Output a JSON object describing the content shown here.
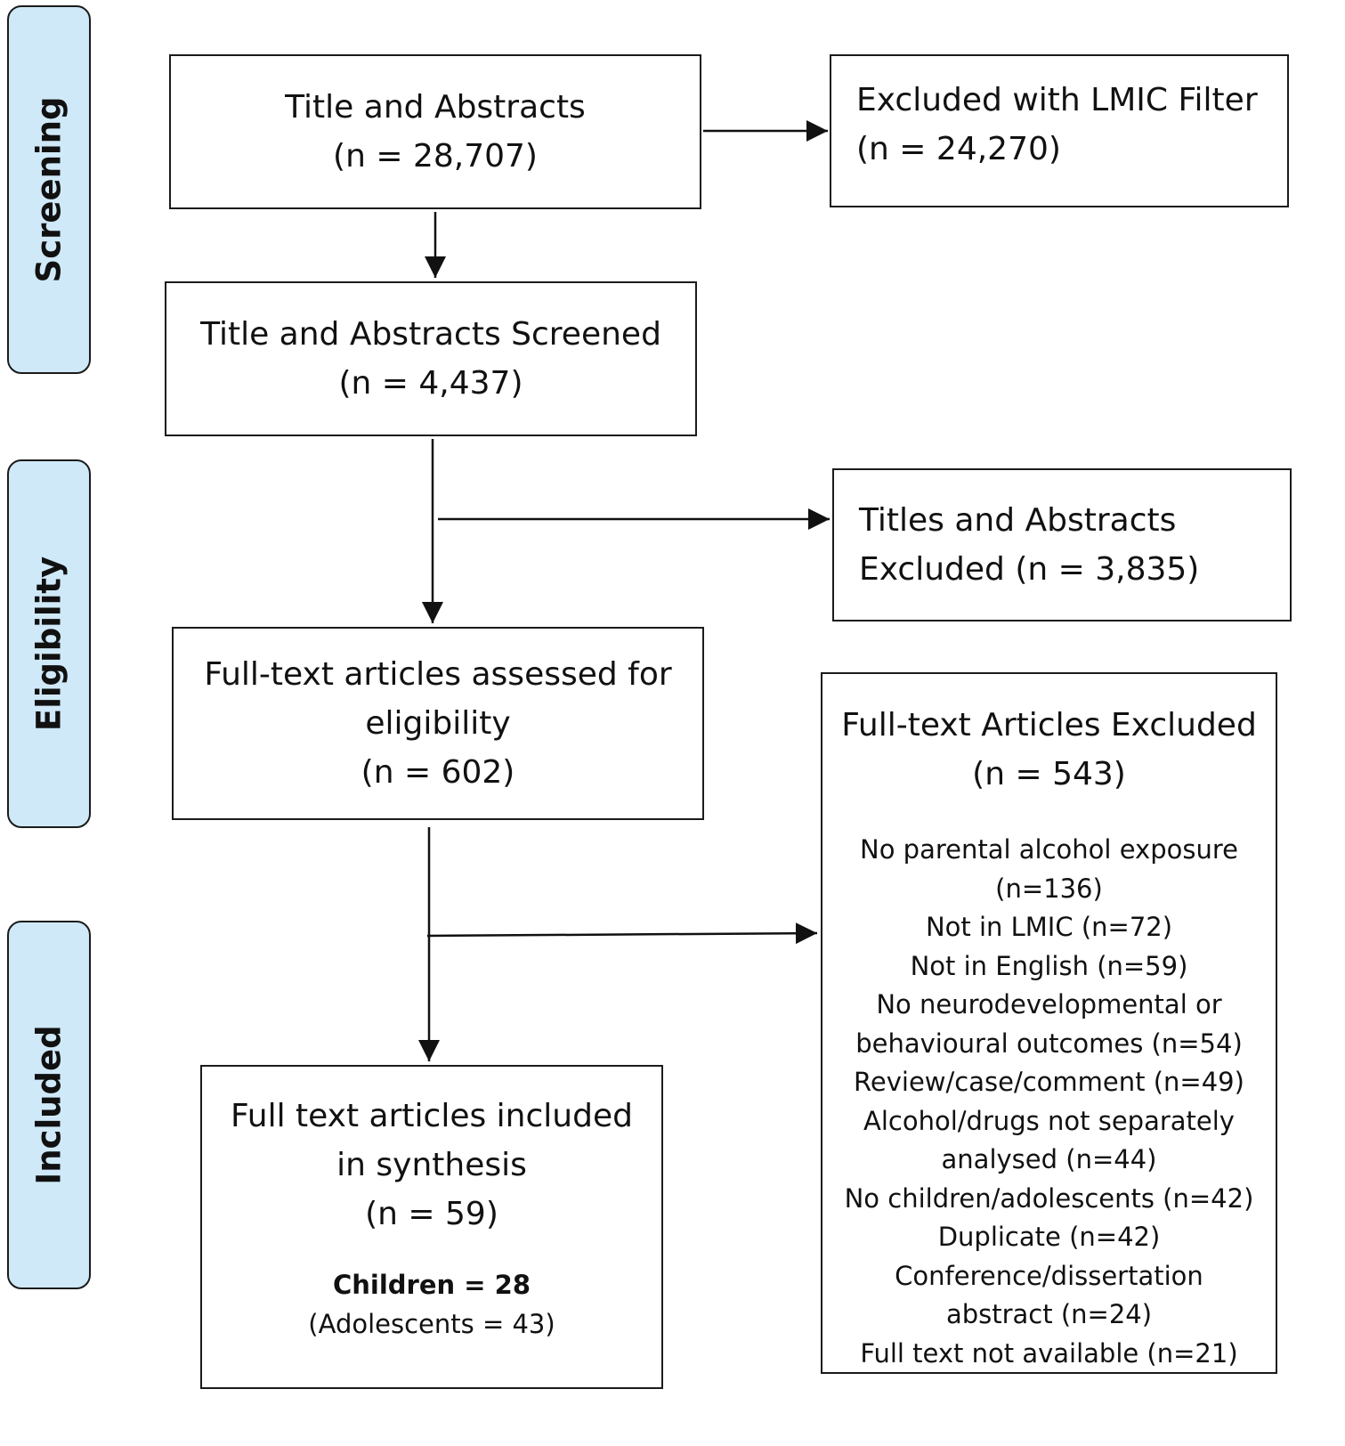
{
  "stages": [
    {
      "id": "screening",
      "label": "Screening"
    },
    {
      "id": "eligibility",
      "label": "Eligibility"
    },
    {
      "id": "included",
      "label": "Included"
    }
  ],
  "boxes": {
    "title_abstracts": {
      "line1": "Title and Abstracts",
      "line2": "(n = 28,707)"
    },
    "excluded_lmic": {
      "line1": "Excluded with LMIC Filter",
      "line2": "(n = 24,270)"
    },
    "screened": {
      "line1": "Title and Abstracts Screened",
      "line2": "(n = 4,437)"
    },
    "excluded_titles": {
      "line1": "Titles and Abstracts",
      "line2": "Excluded (n = 3,835)"
    },
    "full_text_assessed": {
      "line1": "Full-text articles assessed for",
      "line2": "eligibility",
      "line3": "(n = 602)"
    },
    "full_text_excluded": {
      "line1": "Full-text Articles Excluded",
      "line2": "(n = 543)",
      "reasons": [
        "No parental alcohol exposure",
        "(n=136)",
        "Not in LMIC (n=72)",
        "Not in English (n=59)",
        "No neurodevelopmental or",
        "behavioural outcomes (n=54)",
        "Review/case/comment (n=49)",
        "Alcohol/drugs not separately",
        "analysed (n=44)",
        "No children/adolescents (n=42)",
        "Duplicate (n=42)",
        "Conference/dissertation",
        "abstract (n=24)",
        "Full text not available (n=21)"
      ]
    },
    "included_synthesis": {
      "line1": "Full text articles included",
      "line2": "in synthesis",
      "line3": "(n = 59)",
      "children": "Children = 28",
      "adolescents": "(Adolescents = 43)"
    }
  }
}
